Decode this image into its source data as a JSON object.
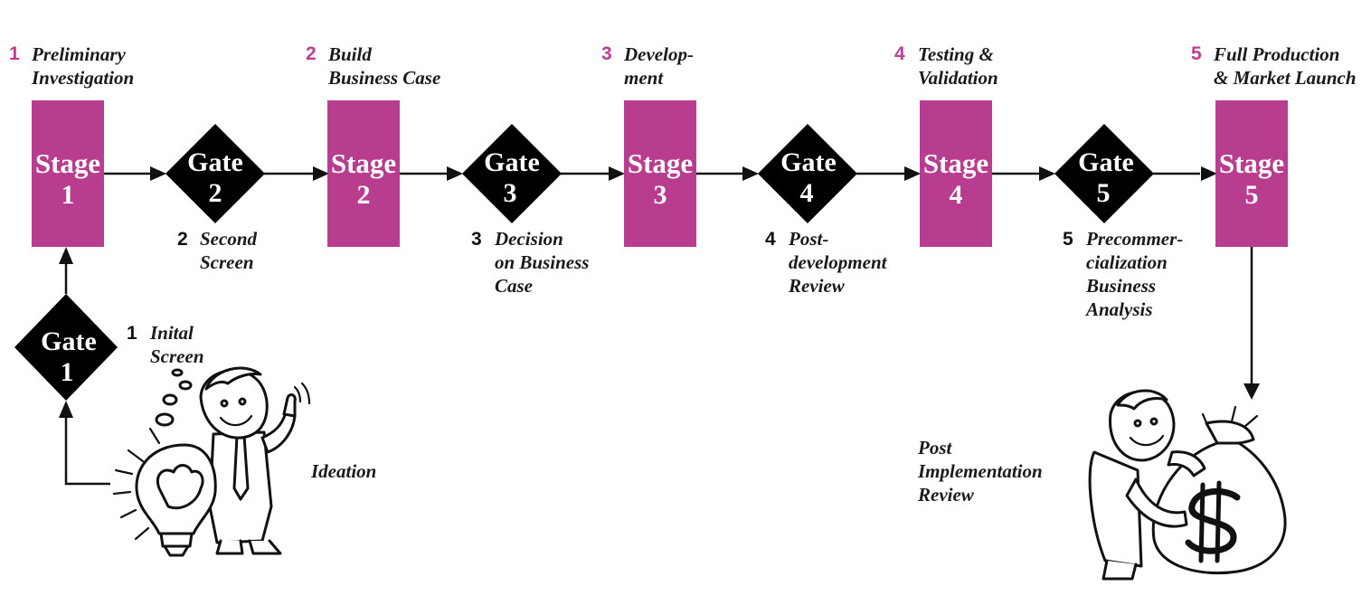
{
  "colors": {
    "stage": "#b83d8e",
    "gate": "#000000",
    "stage_number": "#c23c93",
    "text": "#1a1a1a"
  },
  "stages": [
    {
      "number": "1",
      "heading": [
        "Preliminary",
        "Investigation"
      ],
      "box_word": "Stage",
      "box_num": "1"
    },
    {
      "number": "2",
      "heading": [
        "Build",
        "Business Case"
      ],
      "box_word": "Stage",
      "box_num": "2"
    },
    {
      "number": "3",
      "heading": [
        "Develop-",
        "ment"
      ],
      "box_word": "Stage",
      "box_num": "3"
    },
    {
      "number": "4",
      "heading": [
        "Testing &",
        "Validation"
      ],
      "box_word": "Stage",
      "box_num": "4"
    },
    {
      "number": "5",
      "heading": [
        "Full Production",
        "& Market Launch"
      ],
      "box_word": "Stage",
      "box_num": "5"
    }
  ],
  "gates": [
    {
      "number": "1",
      "caption": [
        "Inital",
        "Screen"
      ],
      "box_word": "Gate",
      "box_num": "1"
    },
    {
      "number": "2",
      "caption": [
        "Second",
        "Screen"
      ],
      "box_word": "Gate",
      "box_num": "2"
    },
    {
      "number": "3",
      "caption": [
        "Decision",
        "on Business",
        "Case"
      ],
      "box_word": "Gate",
      "box_num": "3"
    },
    {
      "number": "4",
      "caption": [
        "Post-",
        "development",
        "Review"
      ],
      "box_word": "Gate",
      "box_num": "4"
    },
    {
      "number": "5",
      "caption": [
        "Precommer-",
        "cialization",
        "Business",
        "Analysis"
      ],
      "box_word": "Gate",
      "box_num": "5"
    }
  ],
  "ideation": {
    "label": "Ideation",
    "icon": "ideation-man-with-lightbulb-icon"
  },
  "post_review": {
    "label": [
      "Post",
      "Implementation",
      "Review"
    ],
    "icon": "man-with-money-bag-icon"
  }
}
